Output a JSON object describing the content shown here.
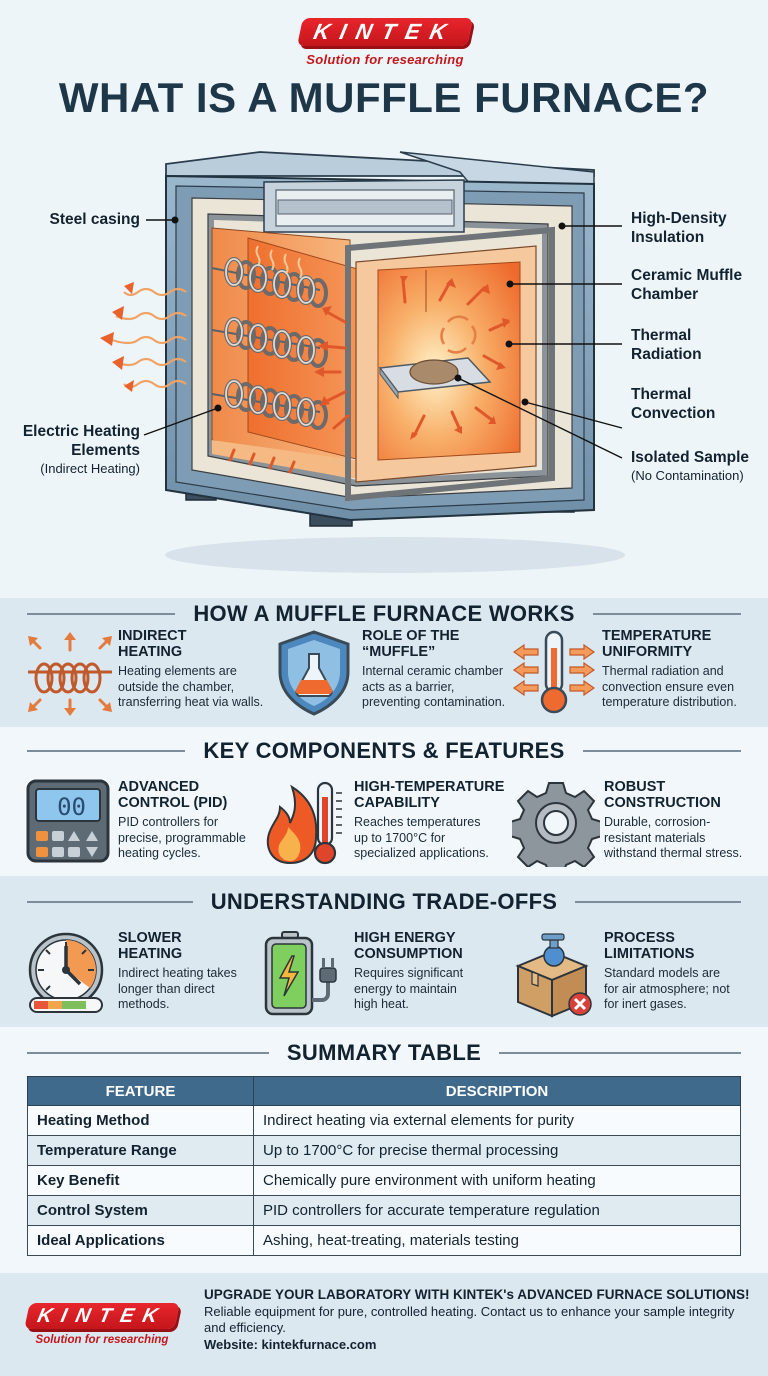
{
  "brand": {
    "logo_text": "KINTEK",
    "tagline": "Solution for researching",
    "color_red": "#c4161c"
  },
  "header": {
    "title": "WHAT IS A MUFFLE FURNACE?"
  },
  "diagram": {
    "labels": {
      "steel_casing": "Steel casing",
      "heating_elements": "Electric Heating Elements",
      "heating_elements_line1": "Electric Heating",
      "heating_elements_line2": "Elements",
      "heating_elements_sub": "(Indirect Heating)",
      "insulation_line1": "High-Density",
      "insulation_line2": "Insulation",
      "muffle_line1": "Ceramic Muffle",
      "muffle_line2": "Chamber",
      "radiation_line1": "Thermal",
      "radiation_line2": "Radiation",
      "convection_line1": "Thermal",
      "convection_line2": "Convection",
      "sample": "Isolated Sample",
      "sample_sub": "(No Contamination)"
    }
  },
  "sections": {
    "how": {
      "title": "HOW A MUFFLE FURNACE WORKS",
      "cards": [
        {
          "icon": "heating-coil-icon",
          "title_line1": "INDIRECT",
          "title_line2": "HEATING",
          "desc_line1": "Heating elements are",
          "desc_line2": "outside the chamber,",
          "desc_line3": "transferring heat via walls."
        },
        {
          "icon": "shield-flask-icon",
          "title_line1": "ROLE OF THE",
          "title_line2": "“MUFFLE”",
          "desc_line1": "Internal ceramic chamber",
          "desc_line2": "acts as a barrier,",
          "desc_line3": "preventing contamination."
        },
        {
          "icon": "thermometer-arrows-icon",
          "title_line1": "TEMPERATURE",
          "title_line2": "UNIFORMITY",
          "desc_line1": "Thermal radiation and",
          "desc_line2": "convection ensure even",
          "desc_line3": "temperature distribution."
        }
      ]
    },
    "components": {
      "title": "KEY COMPONENTS & FEATURES",
      "cards": [
        {
          "icon": "pid-controller-icon",
          "display_value": "00",
          "title_line1": "ADVANCED",
          "title_line2": "CONTROL (PID)",
          "desc_line1": "PID controllers for",
          "desc_line2": "precise, programmable",
          "desc_line3": "heating cycles."
        },
        {
          "icon": "flame-thermometer-icon",
          "title_line1": "HIGH-TEMPERATURE",
          "title_line2": "CAPABILITY",
          "desc_line1": "Reaches temperatures",
          "desc_line2": "up to 1700°C for",
          "desc_line3": "specialized applications."
        },
        {
          "icon": "gear-icon",
          "title_line1": "ROBUST",
          "title_line2": "CONSTRUCTION",
          "desc_line1": "Durable, corrosion-",
          "desc_line2": "resistant materials",
          "desc_line3": "withstand thermal stress."
        }
      ]
    },
    "tradeoffs": {
      "title": "UNDERSTANDING TRADE-OFFS",
      "cards": [
        {
          "icon": "gauge-timer-icon",
          "title_line1": "SLOWER",
          "title_line2": "HEATING",
          "desc_line1": "Indirect heating takes",
          "desc_line2": "longer than direct",
          "desc_line3": "methods."
        },
        {
          "icon": "battery-plug-icon",
          "title_line1": "HIGH ENERGY",
          "title_line2": "CONSUMPTION",
          "desc_line1": "Requires significant",
          "desc_line2": "energy to maintain",
          "desc_line3": "high heat."
        },
        {
          "icon": "box-gas-cylinder-x-icon",
          "title_line1": "PROCESS",
          "title_line2": "LIMITATIONS",
          "desc_line1": "Standard models are",
          "desc_line2": "for air atmosphere; not",
          "desc_line3": "for inert gases."
        }
      ]
    },
    "summary": {
      "title": "SUMMARY TABLE",
      "columns": [
        "FEATURE",
        "DESCRIPTION"
      ],
      "rows": [
        {
          "feature": "Heating Method",
          "description": "Indirect heating via external elements for purity"
        },
        {
          "feature": "Temperature Range",
          "description": "Up to 1700°C for precise thermal processing"
        },
        {
          "feature": "Key Benefit",
          "description": "Chemically pure environment with uniform heating"
        },
        {
          "feature": "Control System",
          "description": "PID controllers for accurate temperature regulation"
        },
        {
          "feature": "Ideal Applications",
          "description": "Ashing, heat-treating, materials testing"
        }
      ]
    }
  },
  "footer": {
    "headline": "UPGRADE YOUR LABORATORY WITH KINTEK's ADVANCED FURNACE SOLUTIONS!",
    "body": "Reliable equipment for pure, controlled heating. Contact us to enhance your sample integrity and efficiency.",
    "website": "Website: kintekfurnace.com"
  },
  "colors": {
    "title_navy": "#1d3648",
    "table_header": "#3f6a8c",
    "band_shaded": "#dce8ef",
    "band_light": "#f1f7fa",
    "heat_orange": "#f07a3a"
  }
}
